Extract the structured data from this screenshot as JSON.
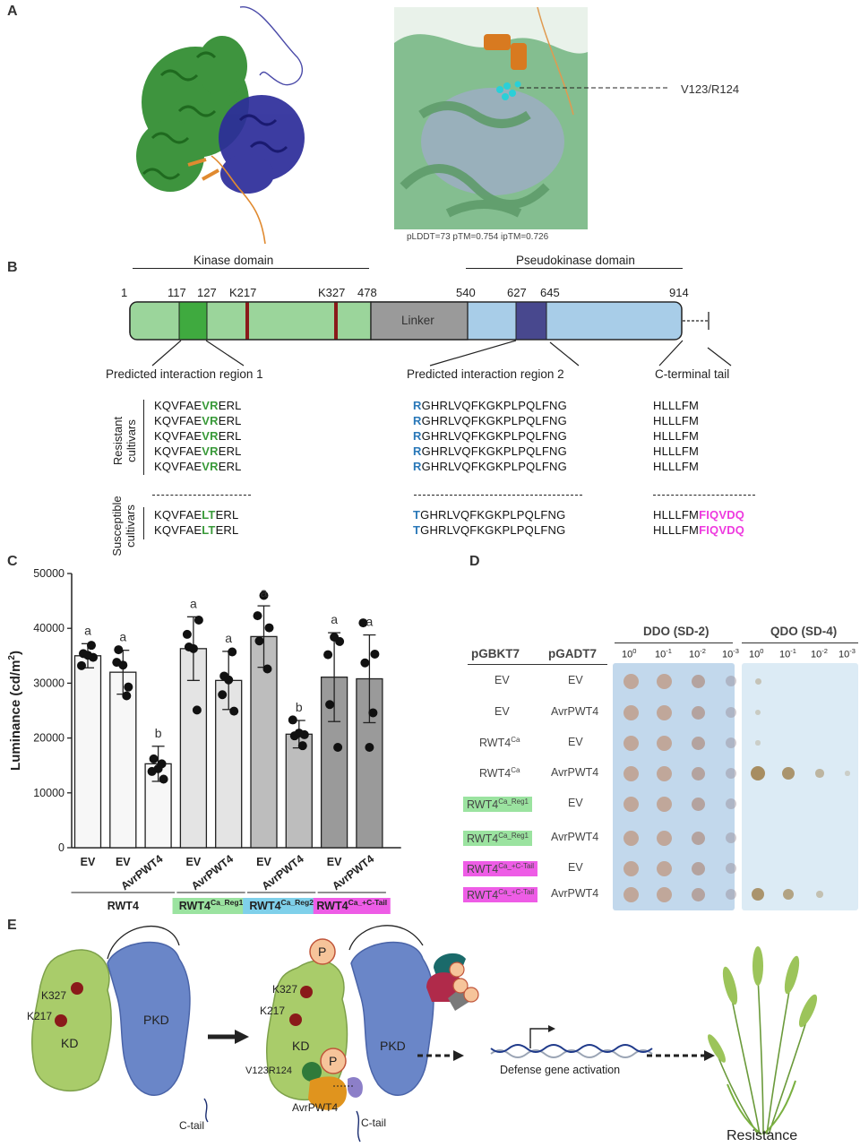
{
  "panels": {
    "a": "A",
    "b": "B",
    "c": "C",
    "d": "D",
    "e": "E"
  },
  "panel_a": {
    "callout": "V123/R124",
    "metrics": "pLDDT=73 pTM=0.754 ipTM=0.726"
  },
  "panel_b": {
    "kinase_domain": "Kinase domain",
    "pseudokinase_domain": "Pseudokinase domain",
    "positions": [
      "1",
      "117",
      "127",
      "K217",
      "K327",
      "478",
      "540",
      "627",
      "645",
      "914"
    ],
    "linker": "Linker",
    "region1": "Predicted interaction region 1",
    "region2": "Predicted interaction region 2",
    "ctail": "C-terminal tail",
    "resistant_label": "Resistant cultivars",
    "susceptible_label": "Susceptible cultivars",
    "res_r1_pre": "KQVFAE",
    "res_r1_hl": "VR",
    "res_r1_post": "ERL",
    "res_r2_hl": "R",
    "res_r2_post": "GHRLVQFKGKPLPQLFNG",
    "res_ct": "HLLLFM",
    "sus_r1_pre": "KQVFAE",
    "sus_r1_hl": "LT",
    "sus_r1_post": "ERL",
    "sus_r2_hl": "T",
    "sus_r2_post": "GHRLVQFKGKPLPQLFNG",
    "sus_ct_pre": "HLLLFM",
    "sus_ct_hl": "FIQVDQ"
  },
  "chart_data": {
    "type": "bar",
    "ylabel": "Luminance (cd/m²)",
    "ylim": [
      0,
      50000
    ],
    "yticks": [
      0,
      10000,
      20000,
      30000,
      40000,
      50000
    ],
    "categories": [
      "EV",
      "EV",
      "AvrPWT4",
      "EV",
      "AvrPWT4",
      "EV",
      "AvrPWT4",
      "EV",
      "AvrPWT4"
    ],
    "values": [
      35000,
      32000,
      15300,
      36300,
      30500,
      38500,
      20700,
      31100,
      30800
    ],
    "errors": [
      2200,
      4000,
      3200,
      5800,
      5300,
      5600,
      2500,
      8100,
      8000
    ],
    "letters": [
      "a",
      "a",
      "b",
      "a",
      "a",
      "a",
      "b",
      "a",
      "a"
    ],
    "bar_colors": [
      "#f7f7f7",
      "#f7f7f7",
      "#f7f7f7",
      "#e4e4e4",
      "#e4e4e4",
      "#bdbdbd",
      "#bdbdbd",
      "#9a9a9a",
      "#9a9a9a"
    ],
    "points": [
      [
        33200,
        34700,
        35400,
        36900,
        35100
      ],
      [
        33800,
        29300,
        36100,
        27700,
        33300
      ],
      [
        13900,
        12500,
        16200,
        15300,
        14400
      ],
      [
        38900,
        41500,
        36600,
        25100,
        36300
      ],
      [
        27900,
        24900,
        31300,
        35700,
        30600
      ],
      [
        42300,
        40100,
        37700,
        32600,
        46000
      ],
      [
        23300,
        20600,
        20400,
        18600,
        20900
      ],
      [
        35200,
        37600,
        26100,
        18300,
        38400
      ],
      [
        41000,
        35300,
        33700,
        24600,
        18300
      ]
    ],
    "groups": [
      {
        "base": "RWT4",
        "sup": "",
        "tag": "none",
        "span": [
          0,
          2
        ]
      },
      {
        "base": "RWT4",
        "sup": "Ca_Reg1",
        "tag": "green",
        "span": [
          3,
          4
        ]
      },
      {
        "base": "RWT4",
        "sup": "Ca_Reg2",
        "tag": "blue",
        "span": [
          5,
          6
        ]
      },
      {
        "base": "RWT4",
        "sup": "Ca_+C-Tail",
        "tag": "pink",
        "span": [
          7,
          8
        ]
      }
    ]
  },
  "panel_d": {
    "col_bk": "pGBKT7",
    "col_ad": "pGADT7",
    "ddo": "DDO (SD-2)",
    "qdo": "QDO (SD-4)",
    "dilutions": [
      "10",
      "10",
      "10",
      "10"
    ],
    "dil_exp": [
      "0",
      "-1",
      "-2",
      "-3"
    ],
    "rows": [
      {
        "bk": "EV",
        "bk_sup": "",
        "ad": "EV",
        "tag": "none"
      },
      {
        "bk": "EV",
        "bk_sup": "",
        "ad": "AvrPWT4",
        "tag": "none"
      },
      {
        "bk": "RWT4",
        "bk_sup": "Ca",
        "ad": "EV",
        "tag": "none"
      },
      {
        "bk": "RWT4",
        "bk_sup": "Ca",
        "ad": "AvrPWT4",
        "tag": "none"
      },
      {
        "bk": "RWT4",
        "bk_sup": "Ca_Reg1",
        "ad": "EV",
        "tag": "green"
      },
      {
        "bk": "RWT4",
        "bk_sup": "Ca_Reg1",
        "ad": "AvrPWT4",
        "tag": "green"
      },
      {
        "bk": "RWT4",
        "bk_sup": "Ca_+C-Tail",
        "ad": "EV",
        "tag": "pink"
      },
      {
        "bk": "RWT4",
        "bk_sup": "Ca_+C-Tail",
        "ad": "AvrPWT4",
        "tag": "pink"
      }
    ],
    "qdo_growth": [
      [
        0.25,
        0,
        0,
        0
      ],
      [
        0.15,
        0,
        0,
        0
      ],
      [
        0.1,
        0,
        0,
        0
      ],
      [
        1,
        0.9,
        0.45,
        0.1
      ],
      [
        0,
        0,
        0,
        0
      ],
      [
        0,
        0,
        0,
        0
      ],
      [
        0,
        0,
        0,
        0
      ],
      [
        0.9,
        0.7,
        0.3,
        0
      ]
    ]
  },
  "panel_e": {
    "k327": "K327",
    "k217": "K217",
    "kd": "KD",
    "pkd": "PKD",
    "ctail": "C-tail",
    "p": "P",
    "v123r124": "V123R124",
    "avrpwt4": "AvrPWT4",
    "defense": "Defense gene activation",
    "resistance": "Resistance"
  }
}
